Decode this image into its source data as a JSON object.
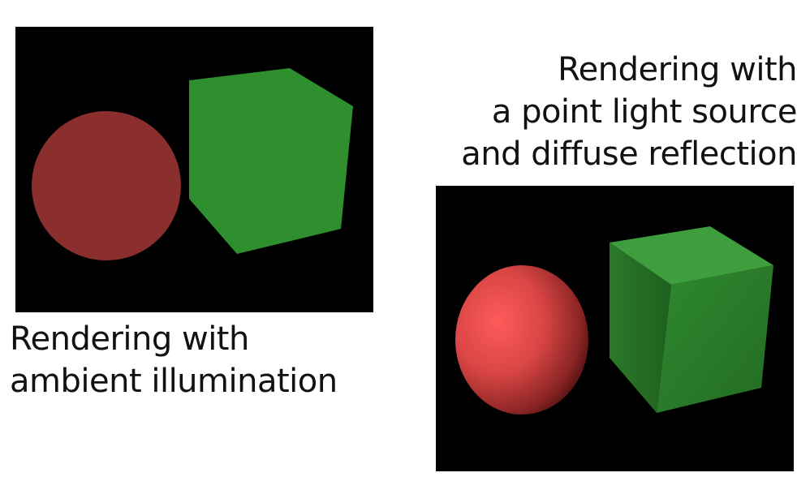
{
  "ambient": {
    "caption_lines": [
      "Rendering with",
      "ambient illumination"
    ],
    "sphere_color": "#8b2e2e",
    "cube_color": "#2f8f2f",
    "background_color": "#000000"
  },
  "diffuse": {
    "caption_lines": [
      "Rendering with",
      "a point light source",
      "and diffuse reflection"
    ],
    "sphere_highlight_color": "#ff5a5a",
    "sphere_shadow_color": "#3a0a0a",
    "cube_top_color": "#3e9e3e",
    "cube_front_color": "#2d7d2d",
    "cube_side_color": "#246a24",
    "background_color": "#000000"
  }
}
